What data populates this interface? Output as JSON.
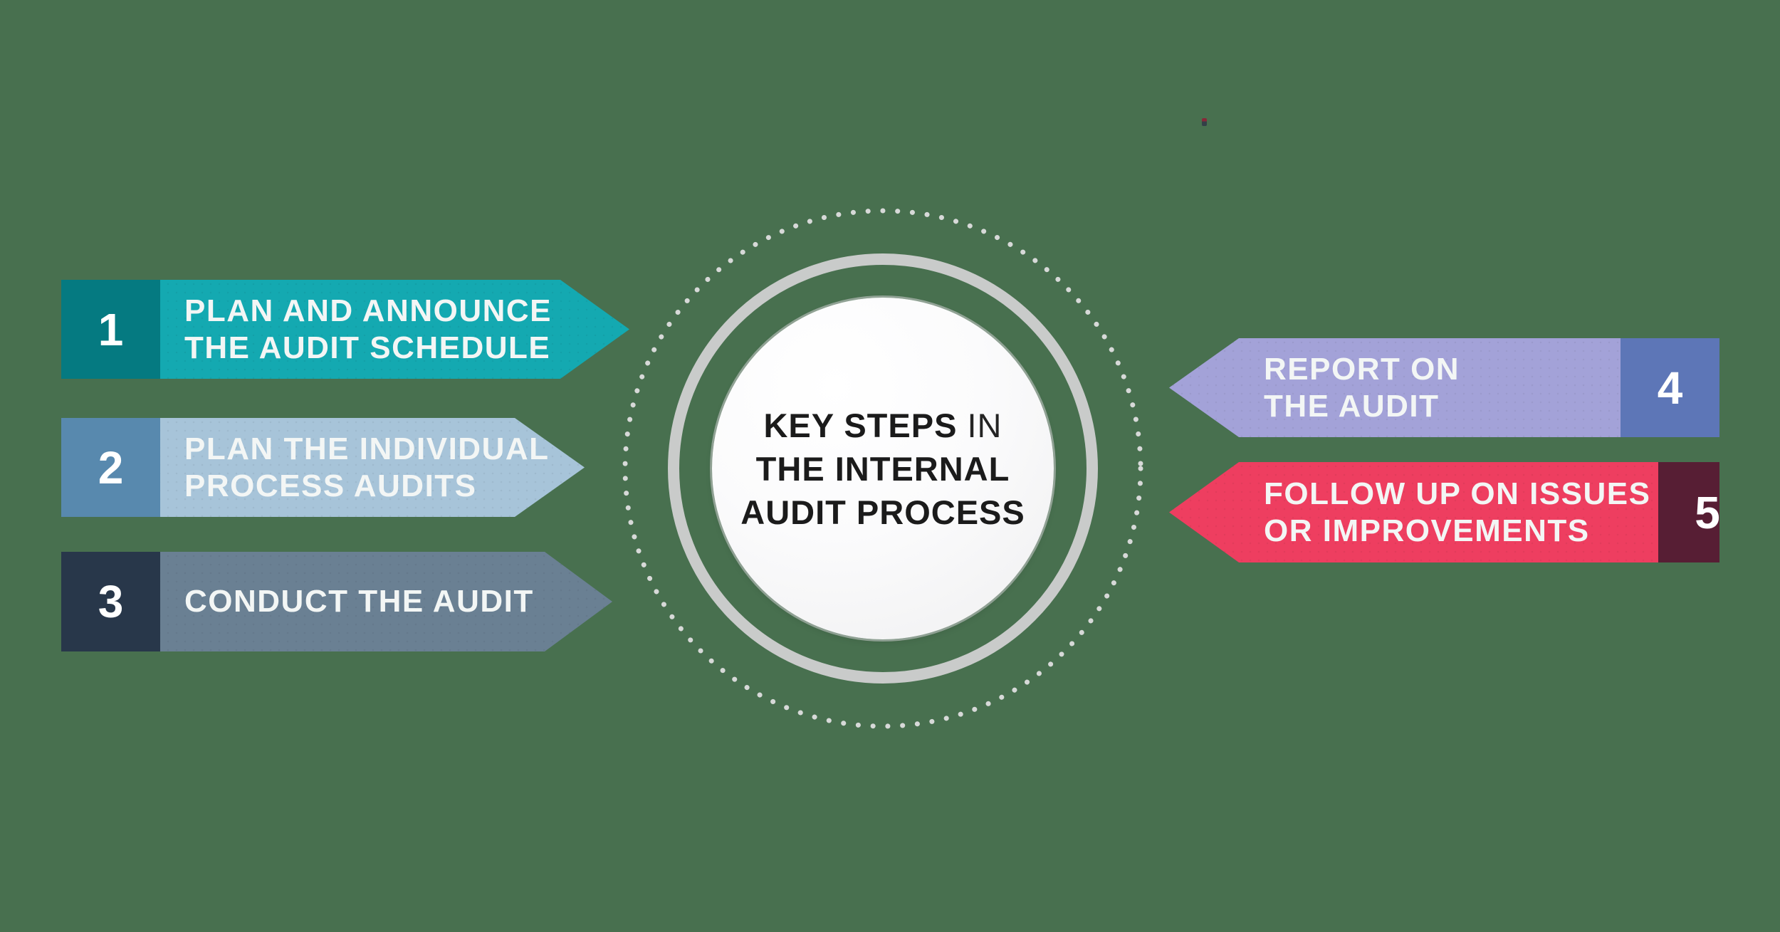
{
  "background_color": "#48704F",
  "center": {
    "title_line1_bold": "KEY STEPS",
    "title_line1_light": "IN",
    "title_line2": "THE INTERNAL",
    "title_line3": "AUDIT PROCESS",
    "text_color": "#1b1b1b",
    "solid_ring_color": "#c9cbca",
    "dotted_ring_color": "#d7d9d8"
  },
  "label_text_color": "#f3f6f5",
  "steps": [
    {
      "number": "1",
      "line1": "PLAN AND ANNOUNCE",
      "line2": "THE AUDIT SCHEDULE",
      "side": "left",
      "colors": {
        "box": "#057a81",
        "body": "#14a9b1"
      }
    },
    {
      "number": "2",
      "line1": "PLAN THE INDIVIDUAL",
      "line2": "PROCESS AUDITS",
      "side": "left",
      "colors": {
        "box": "#5889ae",
        "body": "#a7c4d9"
      }
    },
    {
      "number": "3",
      "line1": "CONDUCT THE AUDIT",
      "line2": "",
      "side": "left",
      "colors": {
        "box": "#28374a",
        "body": "#6a8093"
      }
    },
    {
      "number": "4",
      "line1": "REPORT ON",
      "line2": "THE AUDIT",
      "side": "right",
      "colors": {
        "box": "#5d76b7",
        "body": "#a3a2d8"
      }
    },
    {
      "number": "5",
      "line1": "FOLLOW UP ON ISSUES",
      "line2": "OR IMPROVEMENTS",
      "side": "right",
      "colors": {
        "box": "#571e34",
        "body": "#ee3e60"
      }
    }
  ]
}
